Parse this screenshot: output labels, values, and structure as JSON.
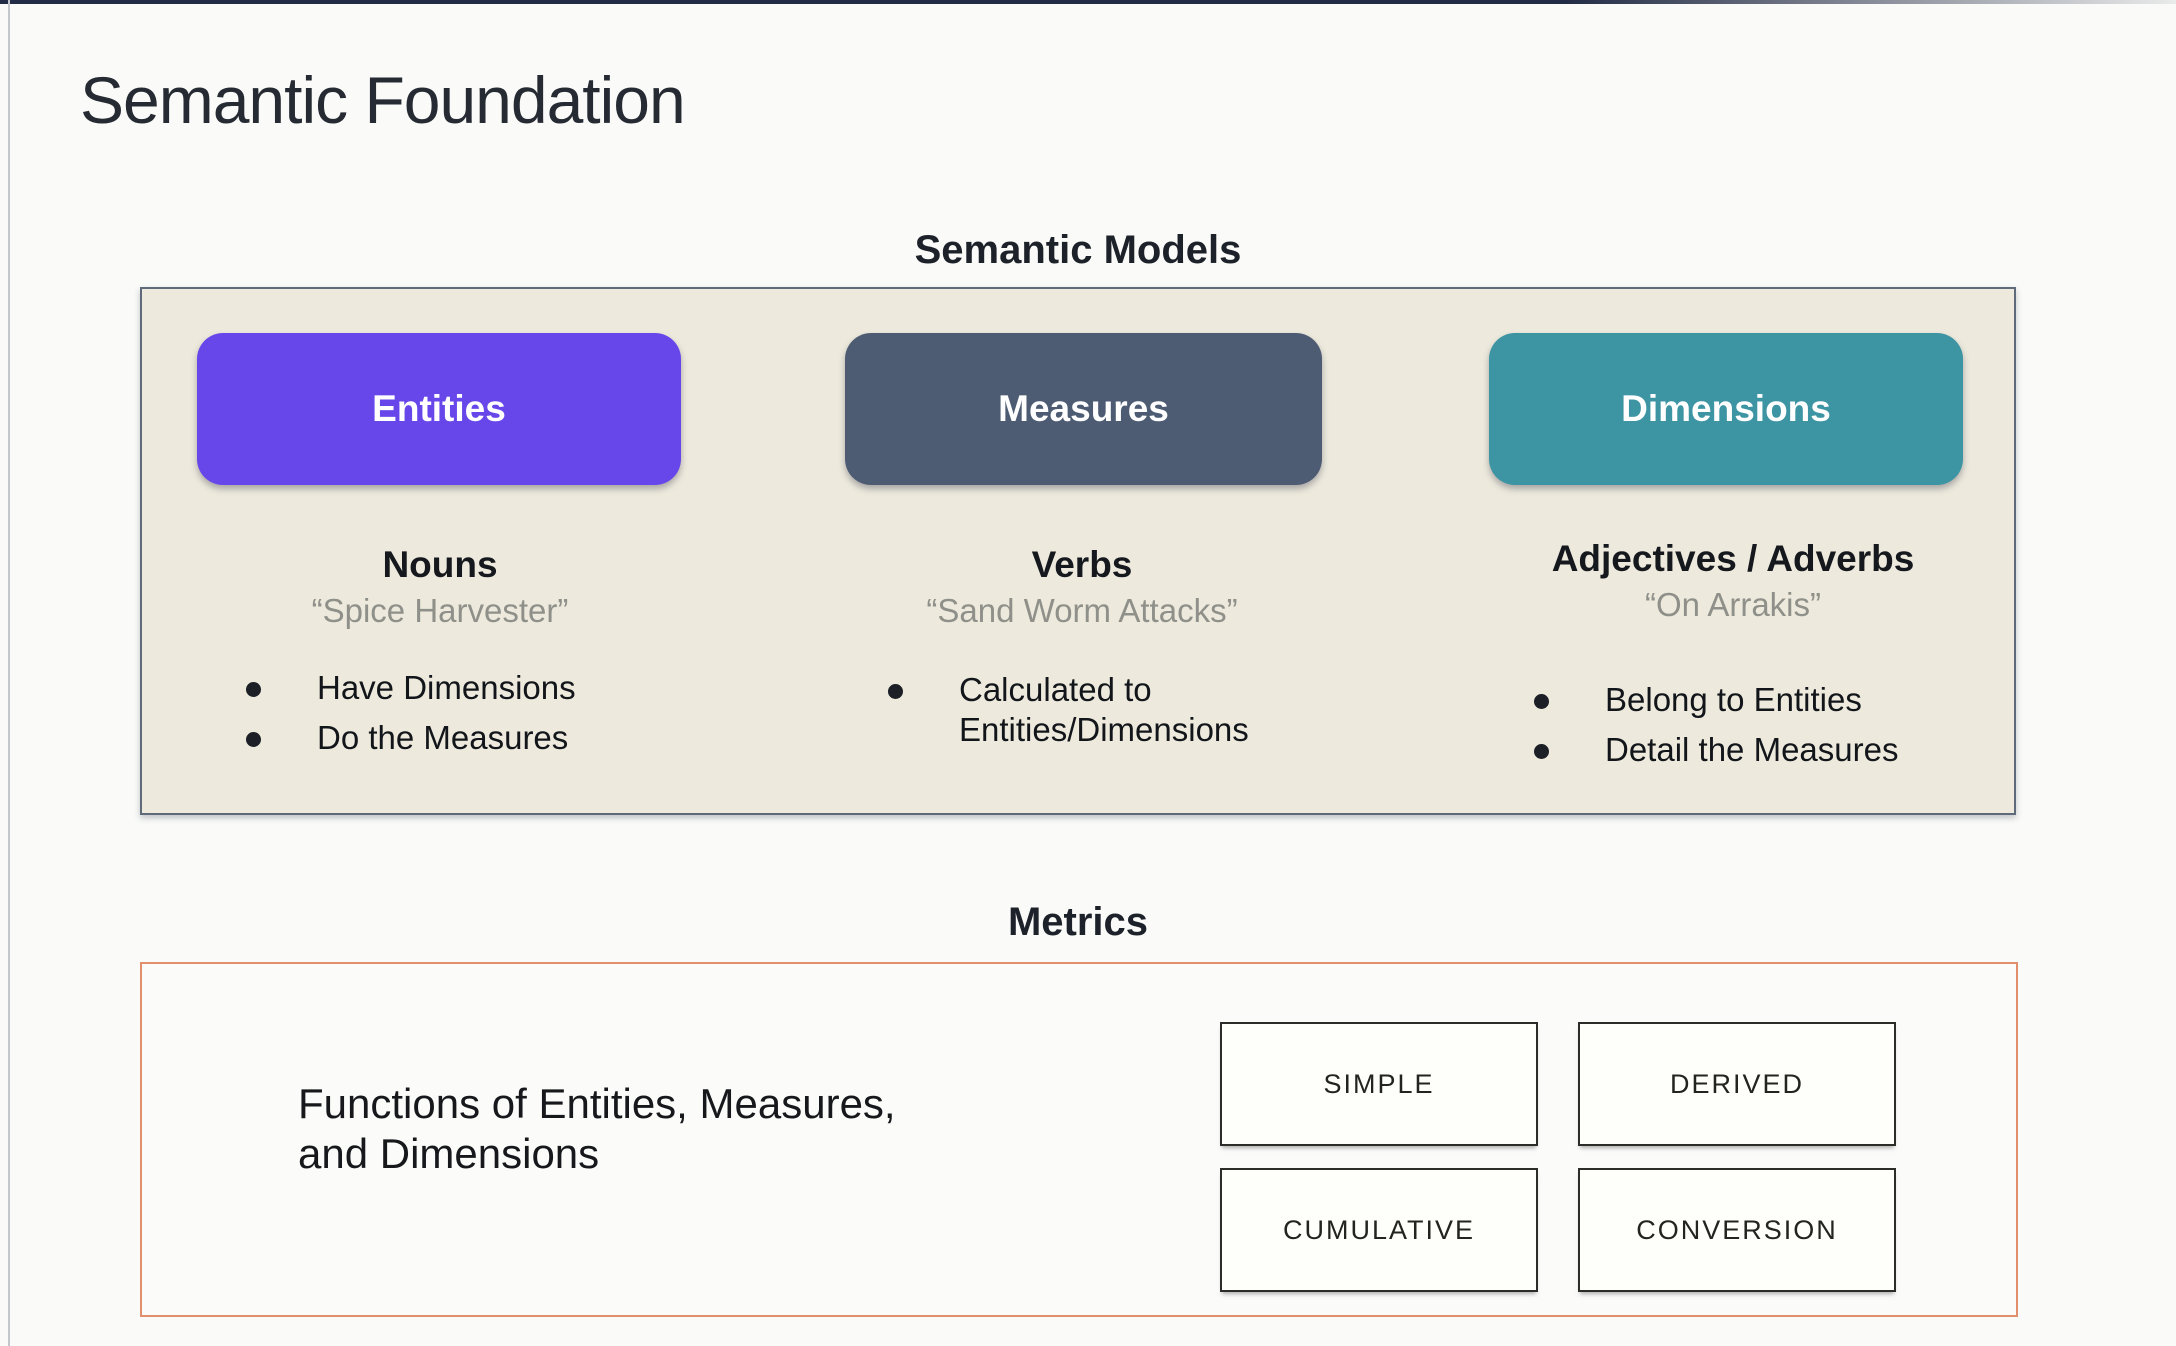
{
  "title": "Semantic Foundation",
  "colors": {
    "entities_pill": "#6847ea",
    "measures_pill": "#4e5c73",
    "dimensions_pill": "#3d94a3",
    "panel_bg": "#edeadd",
    "panel_border": "#5f6a7a",
    "metrics_border": "#e28f6e"
  },
  "semantic_models": {
    "heading": "Semantic Models",
    "columns": [
      {
        "pill": "Entities",
        "heading": "Nouns",
        "quote": "“Spice Harvester”",
        "bullets": [
          "Have Dimensions",
          "Do the Measures"
        ]
      },
      {
        "pill": "Measures",
        "heading": "Verbs",
        "quote": "“Sand Worm Attacks”",
        "bullets": [
          "Calculated to Entities/Dimensions"
        ]
      },
      {
        "pill": "Dimensions",
        "heading": "Adjectives / Adverbs",
        "quote": "“On Arrakis”",
        "bullets": [
          "Belong to Entities",
          "Detail the Measures"
        ]
      }
    ]
  },
  "metrics": {
    "heading": "Metrics",
    "description": "Functions of Entities, Measures,\nand Dimensions",
    "boxes": [
      "SIMPLE",
      "DERIVED",
      "CUMULATIVE",
      "CONVERSION"
    ]
  }
}
